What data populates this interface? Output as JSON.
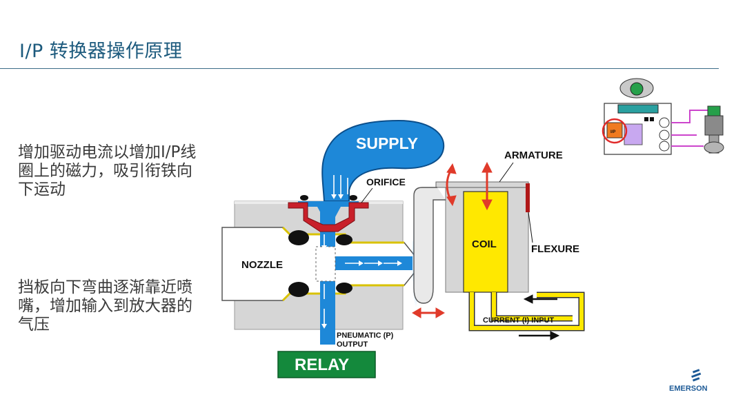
{
  "slide": {
    "title": "I/P 转换器操作原理",
    "paragraph1": "增加驱动电流以增加I/P线圈上的磁力，吸引衔铁向下运动",
    "paragraph2": "挡板向下弯曲逐渐靠近喷嘴，增加输入到放大器的气压"
  },
  "diagram": {
    "supply": "SUPPLY",
    "orifice": "ORIFICE",
    "armature": "ARMATURE",
    "nozzle": "NOZZLE",
    "coil": "COIL",
    "flexure": "FLEXURE",
    "current_input": "CURRENT (I) INPUT",
    "pneumatic_line1": "PNEUMATIC (P)",
    "pneumatic_line2": "OUTPUT",
    "relay": "RELAY"
  },
  "thumbnail": {
    "ip_label": "I/P"
  },
  "logo": {
    "text": "EMERSON"
  },
  "colors": {
    "title": "#1c5a7d",
    "air": "#1e88d8",
    "coil": "#ffe800",
    "relay": "#14893c",
    "seat": "#c8202a",
    "flexure": "#b01818",
    "body": "#d6d6d6",
    "arrow_red": "#e03a2a"
  }
}
